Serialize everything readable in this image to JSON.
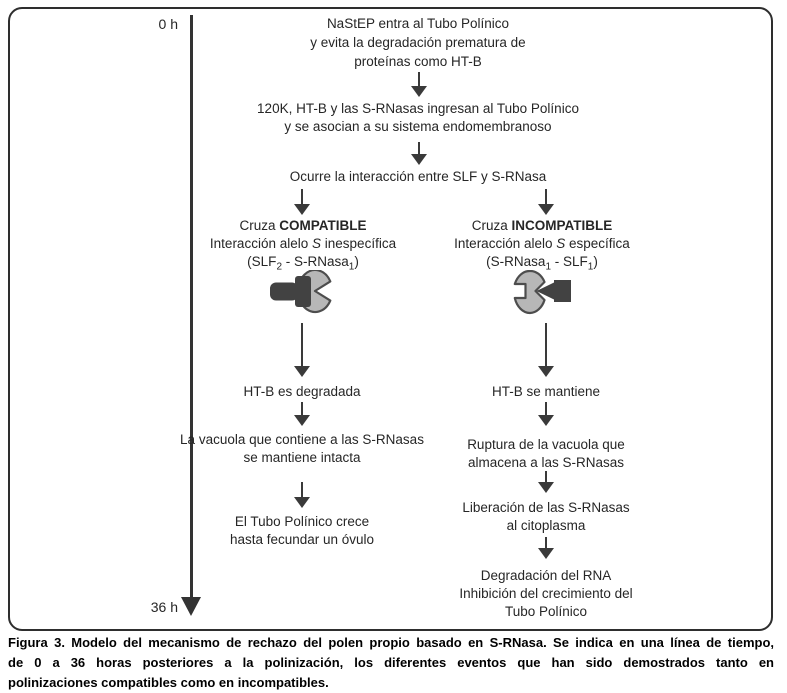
{
  "figure": {
    "timeline": {
      "start_label": "0 h",
      "end_label": "36 h"
    },
    "top_flow": {
      "nastep": {
        "lines": [
          "NaStEP entra al Tubo Polínico",
          "y evita la degradación prematura de",
          "proteínas como HT-B"
        ]
      },
      "ingreso": {
        "lines": [
          "120K, HT-B  y las S-RNasas ingresan al Tubo Polínico",
          "y se asocian a su sistema endomembranoso"
        ]
      },
      "interaccion": {
        "lines": [
          "Ocurre la interacción entre SLF y S-RNasa"
        ]
      }
    },
    "compatible": {
      "title_prefix": "Cruza",
      "title_emphasis": "COMPATIBLE",
      "allele_prefix": "Interacción alelo",
      "allele_italic": "S",
      "allele_suffix": "inespecífica",
      "formula": {
        "p1": "(SLF",
        "sub1": "2",
        "p2": " - S-RNasa",
        "sub2": "1",
        "p3": ")"
      },
      "icon": "slf-bound-to-srnase-backside-nonspecific-icon",
      "steps": [
        {
          "lines": [
            "HT-B es degradada"
          ]
        },
        {
          "lines": [
            "La vacuola que contiene a las S-RNasas",
            "se mantiene intacta"
          ]
        },
        {
          "lines": [
            "El Tubo Polínico crece",
            "hasta fecundar un óvulo"
          ]
        }
      ]
    },
    "incompatible": {
      "title_prefix": "Cruza",
      "title_emphasis": "INCOMPATIBLE",
      "allele_prefix": "Interacción alelo",
      "allele_italic": "S",
      "allele_suffix": "específica",
      "formula": {
        "p1": "(S-RNasa",
        "sub1": "1",
        "p2": " - SLF",
        "sub2": "1",
        "p3": ")"
      },
      "icon": "slf-inserted-in-srnase-active-site-specific-icon",
      "steps": [
        {
          "lines": [
            "HT-B se mantiene"
          ]
        },
        {
          "lines": [
            "Ruptura de la vacuola que",
            "almacena a las S-RNasas"
          ]
        },
        {
          "lines": [
            "Liberación de las S-RNasas",
            "al citoplasma"
          ]
        },
        {
          "lines": [
            "Degradación del RNA",
            "Inhibición del crecimiento del",
            "Tubo Polínico"
          ]
        }
      ]
    },
    "caption": {
      "lines": [
        "Figura 3. Modelo del mecanismo de rechazo del polen propio basado en S-RNasa. Se indica en una línea de tiempo,",
        "de 0 a 36 horas posteriores a la polinización, los diferentes eventos que han sido demostrados tanto en",
        "polinizaciones compatibles como en incompatibles."
      ]
    },
    "colors": {
      "text": "#262626",
      "arrow": "#3a3a3a",
      "border": "#2e2e2e",
      "srnase_fill": "#b7b7b7",
      "srnase_stroke": "#4d4d4d",
      "slf_fill": "#424242"
    }
  }
}
